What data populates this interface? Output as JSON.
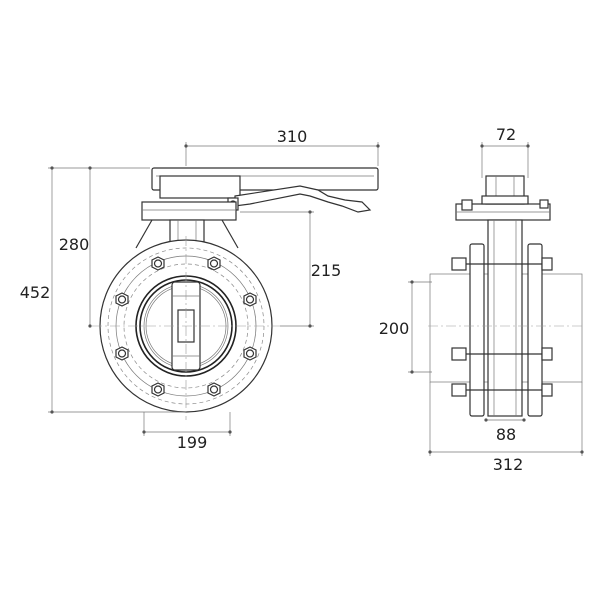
{
  "dimensions": {
    "handle_length": "310",
    "overall_height": "452",
    "height_to_handle": "280",
    "center_to_top": "215",
    "base_width": "199",
    "top_width": "72",
    "flange_height": "200",
    "body_width": "88",
    "overall_width": "312"
  },
  "colors": {
    "line": "#333333",
    "background": "#ffffff"
  }
}
